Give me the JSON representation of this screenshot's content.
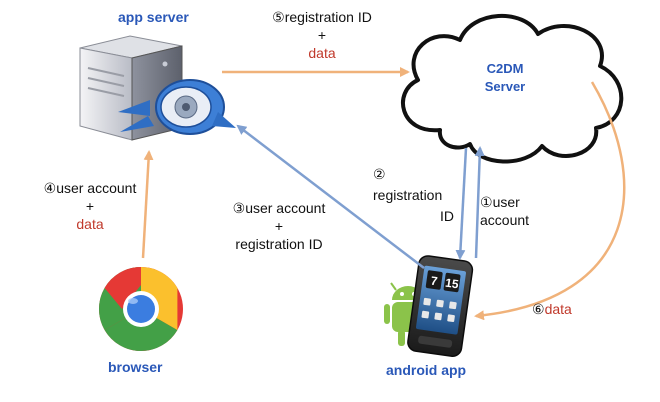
{
  "nodes": {
    "app_server": "app server",
    "c2dm_line1": "C2DM",
    "c2dm_line2": "Server",
    "browser": "browser",
    "android_app": "android app"
  },
  "steps": {
    "s1": {
      "num": "①",
      "l1": "user",
      "l2": "account"
    },
    "s2": {
      "num": "②",
      "l1": "registration",
      "l2": "ID"
    },
    "s3": {
      "num": "③",
      "l1": "user account",
      "plus": "+",
      "l2": "registration ID"
    },
    "s4": {
      "num": "④",
      "l1": "user account",
      "plus": "+",
      "l2": "data"
    },
    "s5": {
      "num": "⑤",
      "l1": "registration ID",
      "plus": "+",
      "l2": "data"
    },
    "s6": {
      "num": "⑥",
      "l1": "data"
    }
  },
  "phone_clock": {
    "hour": "7",
    "minute": "15"
  },
  "colors": {
    "orange_arrow": "#f0b27a",
    "blue_arrow": "#7f9fd0",
    "title_blue": "#2a58b8",
    "data_red": "#c0392b"
  }
}
